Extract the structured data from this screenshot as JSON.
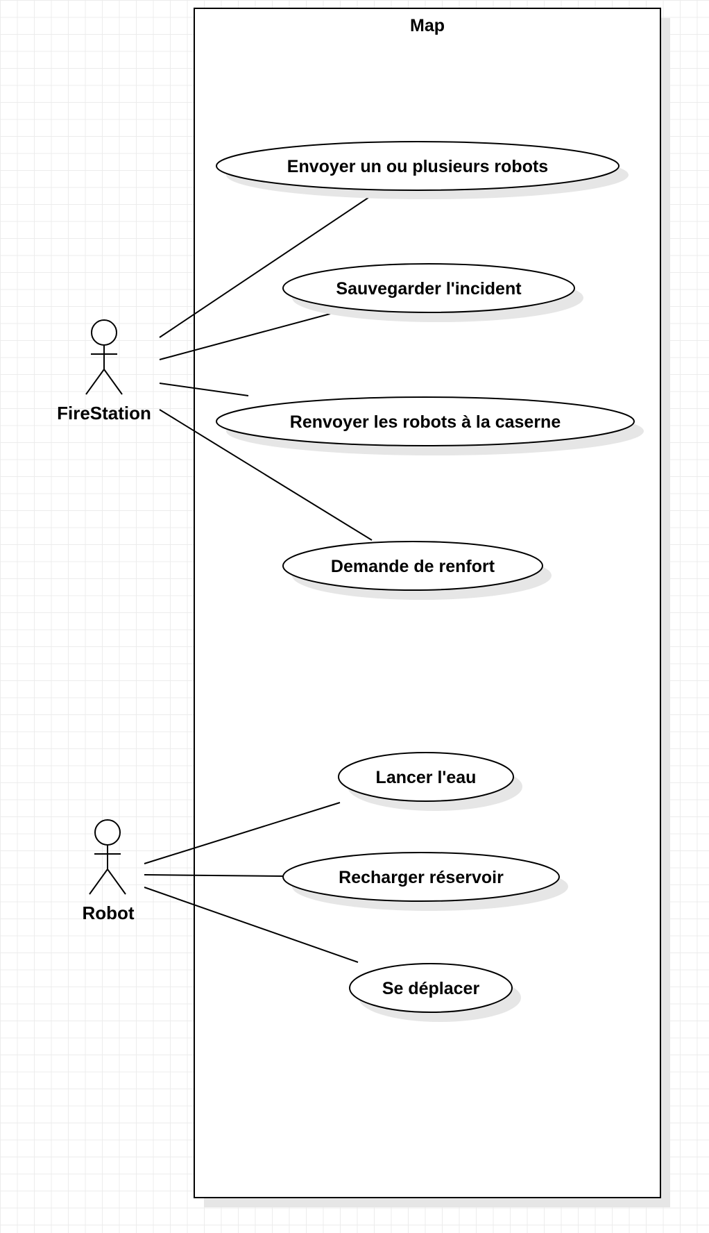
{
  "system": {
    "title": "Map"
  },
  "actors": {
    "firestation": {
      "name": "FireStation"
    },
    "robot": {
      "name": "Robot"
    }
  },
  "use_cases": {
    "send_robots": "Envoyer un ou plusieurs robots",
    "save_incident": "Sauvegarder l'incident",
    "return_robots": "Renvoyer les robots à la caserne",
    "request_backup": "Demande de renfort",
    "throw_water": "Lancer l'eau",
    "refill_tank": "Recharger réservoir",
    "move": "Se déplacer"
  },
  "colors": {
    "stroke": "#000000",
    "shadow": "#e6e6e6",
    "grid": "#ececec",
    "background": "#ffffff"
  }
}
